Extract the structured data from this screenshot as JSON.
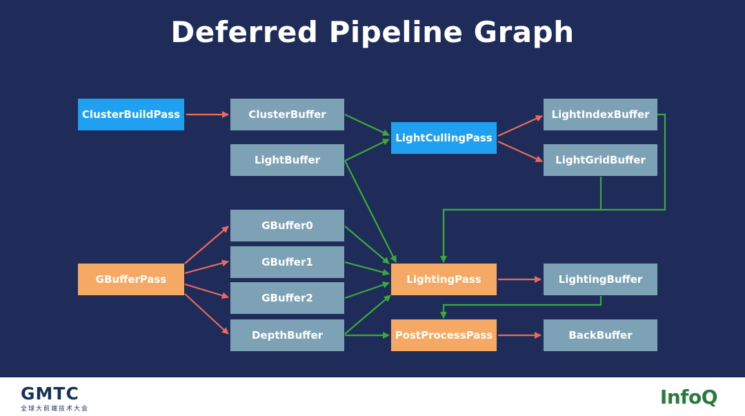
{
  "title": "Deferred Pipeline Graph",
  "nodes": {
    "cluster_build_pass": "ClusterBuildPass",
    "cluster_buffer": "ClusterBuffer",
    "light_buffer": "LightBuffer",
    "light_culling_pass": "LightCullingPass",
    "light_index_buffer": "LightIndexBuffer",
    "light_grid_buffer": "LightGridBuffer",
    "gbuffer_pass": "GBufferPass",
    "gbuffer0": "GBuffer0",
    "gbuffer1": "GBuffer1",
    "gbuffer2": "GBuffer2",
    "depth_buffer": "DepthBuffer",
    "lighting_pass": "LightingPass",
    "lighting_buffer": "LightingBuffer",
    "post_process_pass": "PostProcessPass",
    "back_buffer": "BackBuffer"
  },
  "edges": [
    {
      "from": "ClusterBuildPass",
      "to": "ClusterBuffer",
      "kind": "write"
    },
    {
      "from": "ClusterBuffer",
      "to": "LightCullingPass",
      "kind": "read"
    },
    {
      "from": "LightBuffer",
      "to": "LightCullingPass",
      "kind": "read"
    },
    {
      "from": "LightCullingPass",
      "to": "LightIndexBuffer",
      "kind": "write"
    },
    {
      "from": "LightCullingPass",
      "to": "LightGridBuffer",
      "kind": "write"
    },
    {
      "from": "LightBuffer",
      "to": "LightingPass",
      "kind": "read"
    },
    {
      "from": "LightIndexBuffer",
      "to": "LightingPass",
      "kind": "read"
    },
    {
      "from": "LightGridBuffer",
      "to": "LightingPass",
      "kind": "read"
    },
    {
      "from": "GBufferPass",
      "to": "GBuffer0",
      "kind": "write"
    },
    {
      "from": "GBufferPass",
      "to": "GBuffer1",
      "kind": "write"
    },
    {
      "from": "GBufferPass",
      "to": "GBuffer2",
      "kind": "write"
    },
    {
      "from": "GBufferPass",
      "to": "DepthBuffer",
      "kind": "write"
    },
    {
      "from": "GBuffer0",
      "to": "LightingPass",
      "kind": "read"
    },
    {
      "from": "GBuffer1",
      "to": "LightingPass",
      "kind": "read"
    },
    {
      "from": "GBuffer2",
      "to": "LightingPass",
      "kind": "read"
    },
    {
      "from": "DepthBuffer",
      "to": "LightingPass",
      "kind": "read"
    },
    {
      "from": "DepthBuffer",
      "to": "PostProcessPass",
      "kind": "read"
    },
    {
      "from": "LightingPass",
      "to": "LightingBuffer",
      "kind": "write"
    },
    {
      "from": "LightingBuffer",
      "to": "PostProcessPass",
      "kind": "read"
    },
    {
      "from": "PostProcessPass",
      "to": "BackBuffer",
      "kind": "write"
    }
  ],
  "colors": {
    "background": "#1f2c5a",
    "buffer_node": "#7ea2b5",
    "compute_pass_node": "#1fa0f0",
    "render_pass_node": "#f6a964",
    "write_edge": "#ee6a5a",
    "read_edge": "#39ab3c"
  },
  "footer": {
    "left_logo_text": "GMTC",
    "left_logo_subtitle": "全球大前端技术大会",
    "right_logo_text": "InfoQ"
  }
}
